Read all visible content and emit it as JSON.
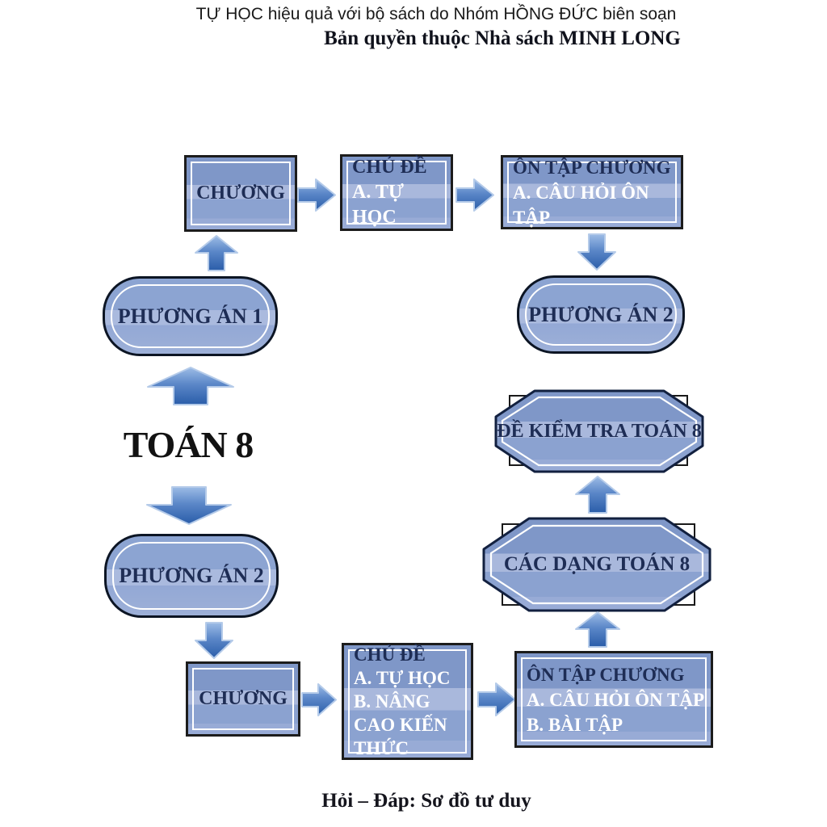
{
  "header": {
    "line1": "TỰ HỌC hiệu quả với bộ sách do Nhóm HỒNG ĐỨC biên soạn",
    "line2": "Bản quyền thuộc Nhà sách MINH LONG"
  },
  "center": {
    "label": "TOÁN 8"
  },
  "footer": {
    "caption": "Hỏi – Đáp: Sơ đồ tư duy"
  },
  "colors": {
    "box_fill": "#8ba2d0",
    "box_light_band": "#a9b8dc",
    "arrow_dark": "#2a5da9",
    "arrow_light": "#9dbce6",
    "navy_text": "#1e2d55",
    "white_text": "#ffffff"
  },
  "nodes": {
    "chuong_top": {
      "title": "CHƯƠNG"
    },
    "chude_top": {
      "title": "CHỦ ĐỀ",
      "items": [
        "A. TỰ HỌC"
      ]
    },
    "ontap_top": {
      "title": "ÔN TẬP CHƯƠNG",
      "items": [
        "A. CÂU HỎI ÔN TẬP"
      ]
    },
    "phuongan1": {
      "title": "PHƯƠNG ÁN 1"
    },
    "phuongan2_right": {
      "title": "PHƯƠNG ÁN 2"
    },
    "dekiemtra": {
      "title": "ĐỀ KIỂM TRA TOÁN 8"
    },
    "cacdang": {
      "title": "CÁC DẠNG TOÁN 8"
    },
    "phuongan2_left": {
      "title": "PHƯƠNG ÁN 2"
    },
    "chuong_bottom": {
      "title": "CHƯƠNG"
    },
    "chude_bottom": {
      "title": "CHỦ ĐỀ",
      "items": [
        "A. TỰ HỌC",
        "B. NÂNG CAO KIẾN THỨC"
      ]
    },
    "ontap_bottom": {
      "title": "ÔN TẬP CHƯƠNG",
      "items": [
        "A. CÂU HỎI ÔN TẬP",
        "B. BÀI TẬP"
      ]
    }
  }
}
